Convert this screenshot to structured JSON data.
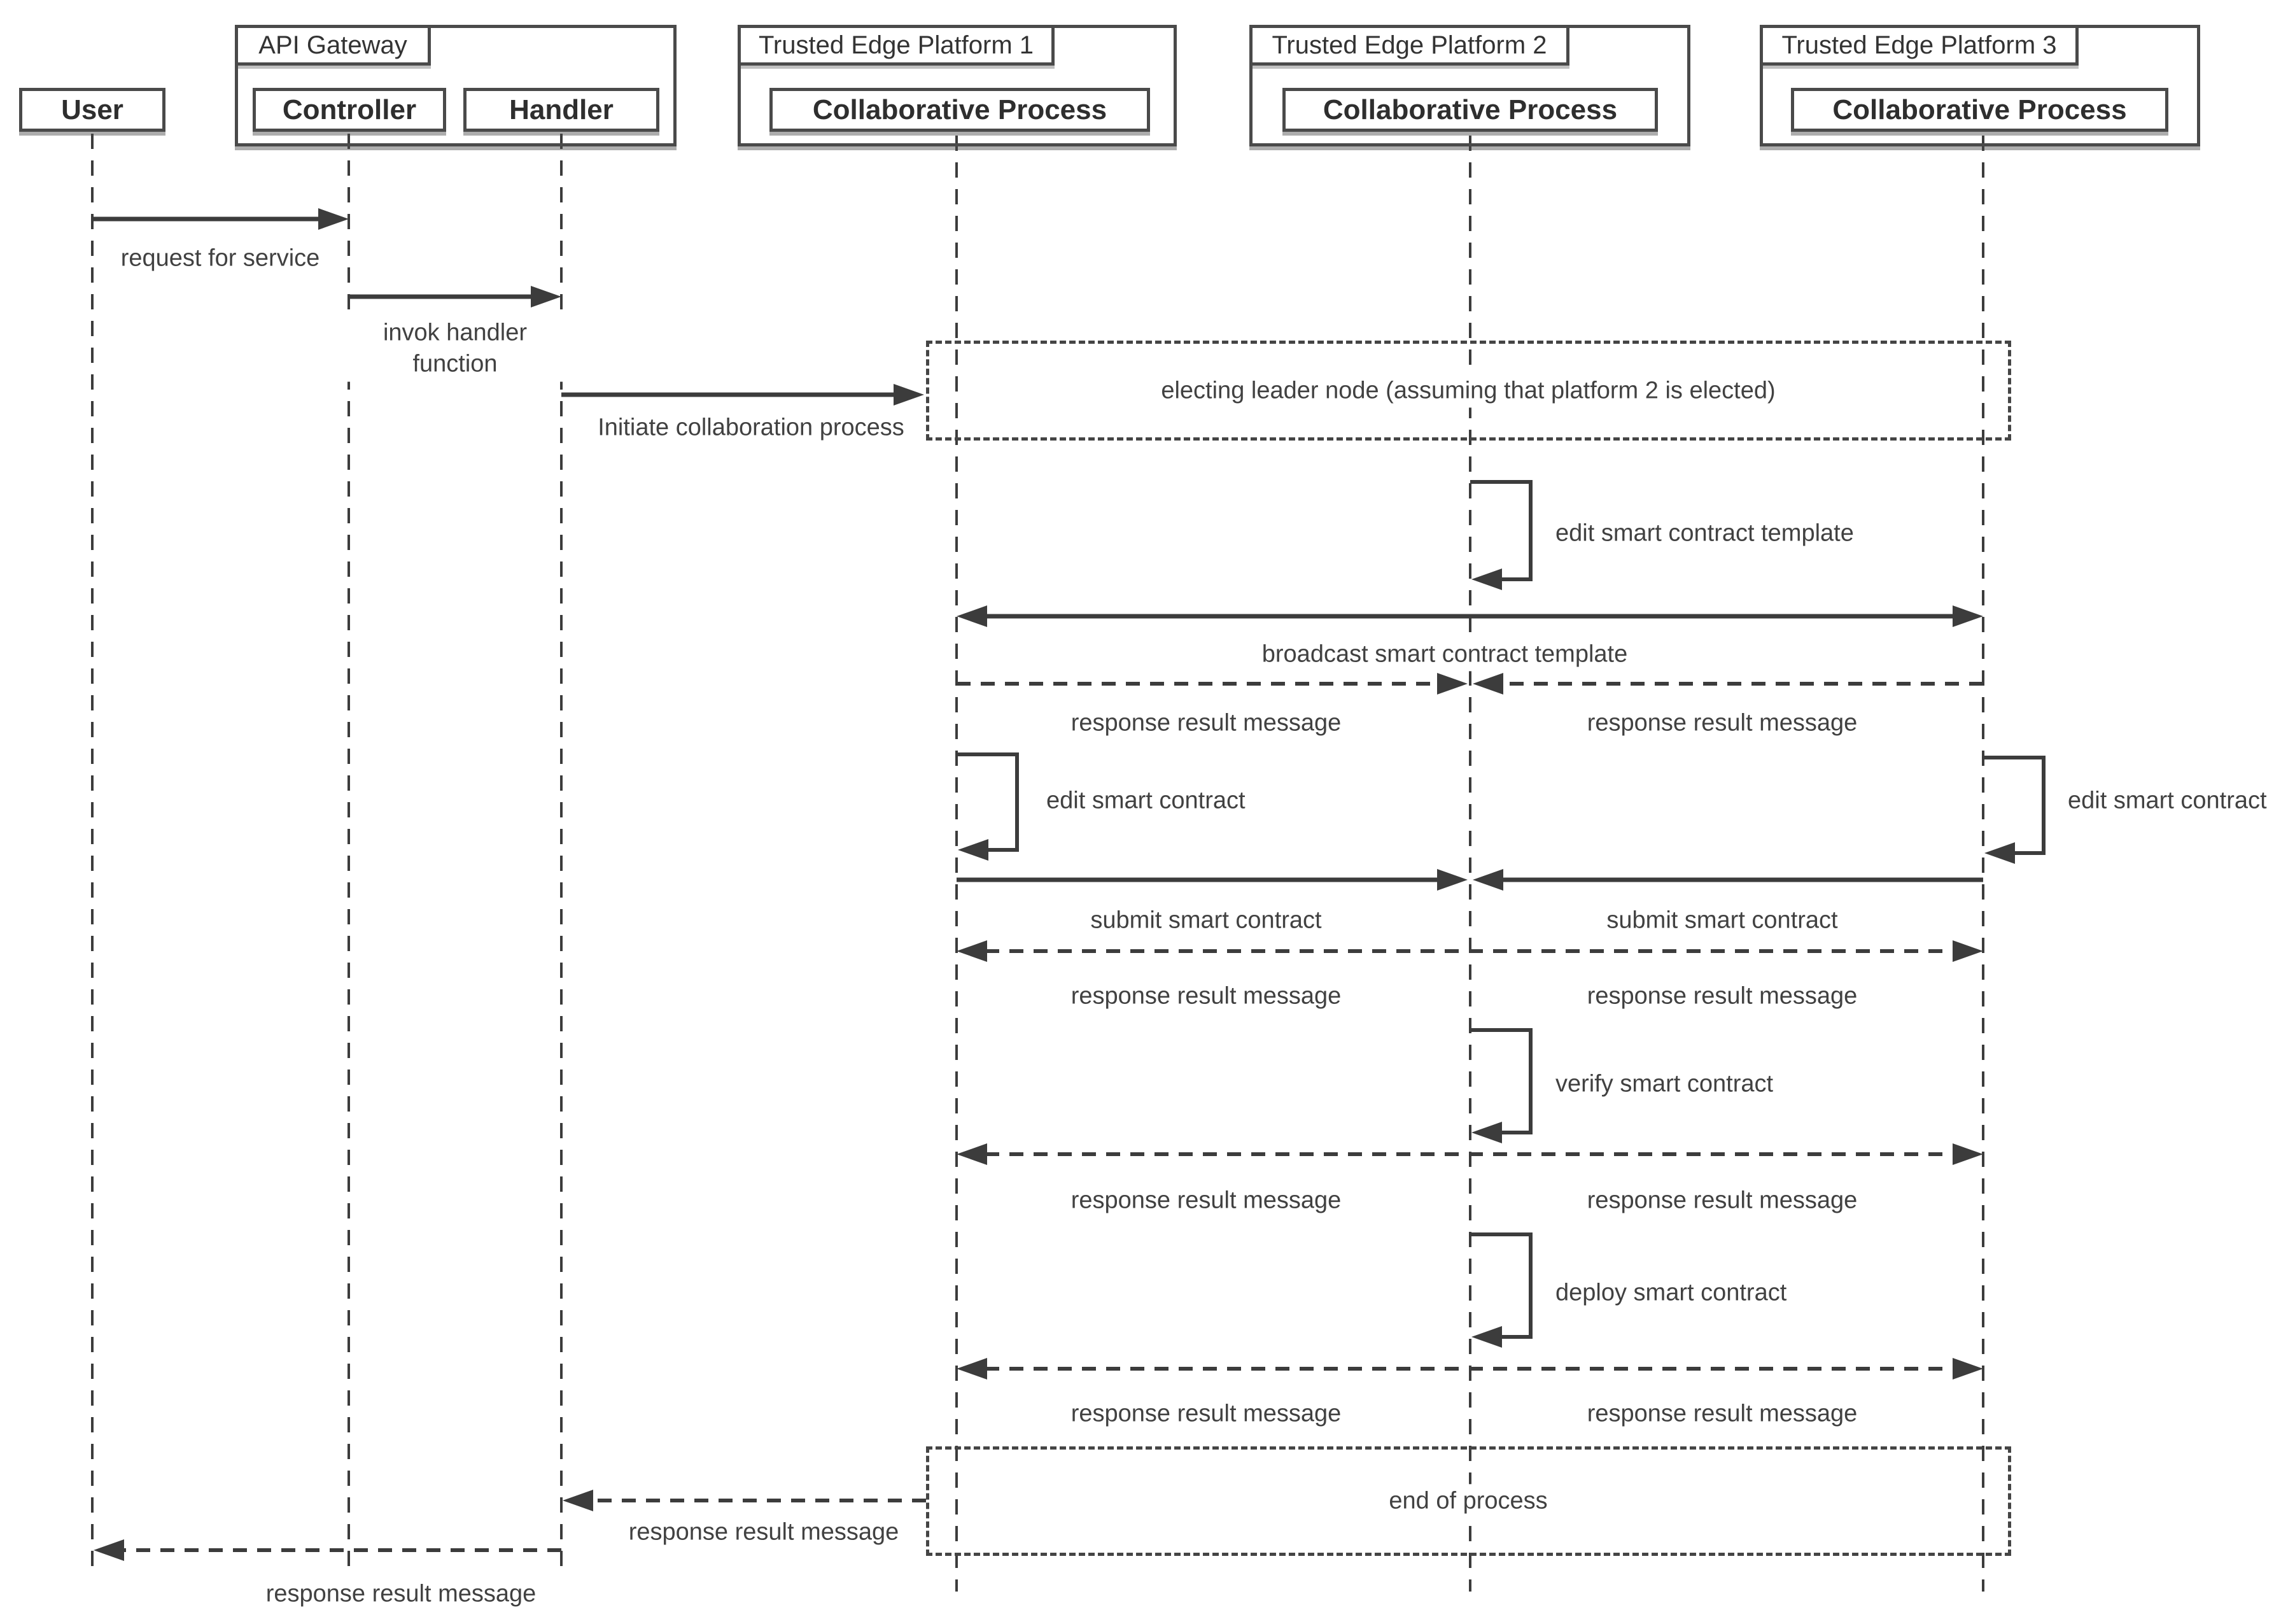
{
  "diagram_type": "uml-sequence-diagram",
  "colors": {
    "background": "#ffffff",
    "line": "#3c3c3c",
    "text": "#414141",
    "box_border": "#4a4a4a"
  },
  "actors": {
    "user": {
      "label": "User"
    },
    "gateway": {
      "tab": "API Gateway",
      "controller": "Controller",
      "handler": "Handler"
    },
    "platform1": {
      "tab": "Trusted Edge Platform 1",
      "process": "Collaborative Process"
    },
    "platform2": {
      "tab": "Trusted Edge Platform 2",
      "process": "Collaborative Process"
    },
    "platform3": {
      "tab": "Trusted Edge Platform 3",
      "process": "Collaborative Process"
    }
  },
  "labels": {
    "request": "request for service",
    "invoke": "invok handler function",
    "initiate": "Initiate collaboration process",
    "electing": "electing leader node (assuming that platform 2 is elected)",
    "edit_template": "edit smart contract template",
    "broadcast": "broadcast smart contract template",
    "response_broadcast_left": "response result message",
    "response_broadcast_right": "response result message",
    "edit_contract_p1": "edit smart contract",
    "edit_contract_p3": "edit smart contract",
    "submit_left": "submit smart contract",
    "submit_right": "submit smart contract",
    "response_submit_left": "response result message",
    "response_submit_right": "response result message",
    "verify": "verify smart contract",
    "response_verify_left": "response result message",
    "response_verify_right": "response result message",
    "deploy": "deploy smart contract",
    "response_deploy_left": "response result message",
    "response_deploy_right": "response result message",
    "end_of_process": "end of process",
    "response_to_handler": "response result message",
    "response_to_user": "response result message"
  },
  "flow": [
    {
      "from": "User",
      "to": "Controller",
      "style": "solid",
      "label": "request for service"
    },
    {
      "from": "Controller",
      "to": "Handler",
      "style": "solid",
      "label": "invok handler function"
    },
    {
      "from": "Handler",
      "to": "Trusted Edge Platform 1",
      "style": "solid",
      "label": "Initiate collaboration process"
    },
    {
      "note": "electing leader node (assuming that platform 2 is elected)",
      "spans": "Platform 1 to Platform 3"
    },
    {
      "self": "Trusted Edge Platform 2",
      "label": "edit smart contract template"
    },
    {
      "from": "Trusted Edge Platform 2",
      "to": "Platform 1 and Platform 3",
      "style": "solid",
      "label": "broadcast smart contract template"
    },
    {
      "from": "Platform 1 and Platform 3",
      "to": "Trusted Edge Platform 2",
      "style": "dashed",
      "label": "response result message"
    },
    {
      "self": "Trusted Edge Platform 1",
      "label": "edit smart contract"
    },
    {
      "self": "Trusted Edge Platform 3",
      "label": "edit smart contract"
    },
    {
      "from": "Platform 1 and Platform 3",
      "to": "Trusted Edge Platform 2",
      "style": "solid",
      "label": "submit smart contract"
    },
    {
      "from": "Trusted Edge Platform 2",
      "to": "Platform 1 and Platform 3",
      "style": "dashed",
      "label": "response result message"
    },
    {
      "self": "Trusted Edge Platform 2",
      "label": "verify smart contract"
    },
    {
      "from": "Trusted Edge Platform 2",
      "to": "Platform 1 and Platform 3",
      "style": "dashed",
      "label": "response result message"
    },
    {
      "self": "Trusted Edge Platform 2",
      "label": "deploy smart contract"
    },
    {
      "from": "Trusted Edge Platform 2",
      "to": "Platform 1 and Platform 3",
      "style": "dashed",
      "label": "response result message"
    },
    {
      "note": "end of process",
      "spans": "Platform 1 to Platform 3"
    },
    {
      "from": "Trusted Edge Platform 1",
      "to": "Handler",
      "style": "dashed",
      "label": "response result message"
    },
    {
      "from": "Handler",
      "to": "User",
      "style": "dashed",
      "label": "response result message"
    }
  ]
}
